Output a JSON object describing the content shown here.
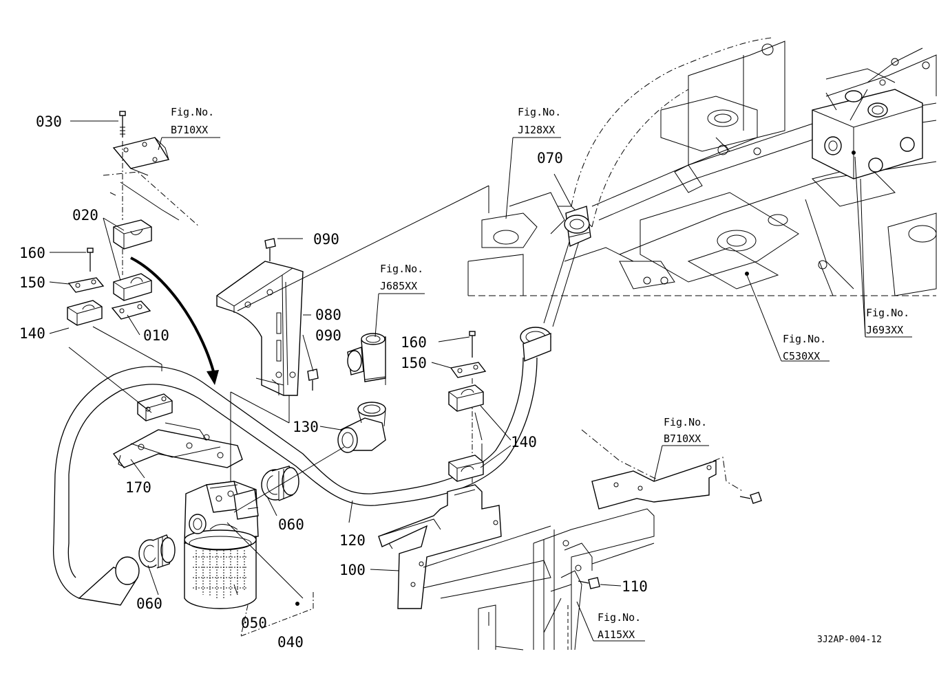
{
  "diagram": {
    "code": "3J2AP-004-12",
    "part_numbers": {
      "p010": "010",
      "p020": "020",
      "p030": "030",
      "p040": "040",
      "p050": "050",
      "p060a": "060",
      "p060b": "060",
      "p070": "070",
      "p080": "080",
      "p090a": "090",
      "p090b": "090",
      "p100": "100",
      "p110": "110",
      "p120": "120",
      "p130": "130",
      "p140a": "140",
      "p140b": "140",
      "p150a": "150",
      "p150b": "150",
      "p160a": "160",
      "p160b": "160",
      "p170": "170"
    },
    "figure_refs": {
      "label": "Fig.No.",
      "b710_top": "B710XX",
      "j128": "J128XX",
      "j685": "J685XX",
      "c530": "C530XX",
      "j693": "J693XX",
      "b710_right": "B710XX",
      "a115": "A115XX"
    }
  }
}
